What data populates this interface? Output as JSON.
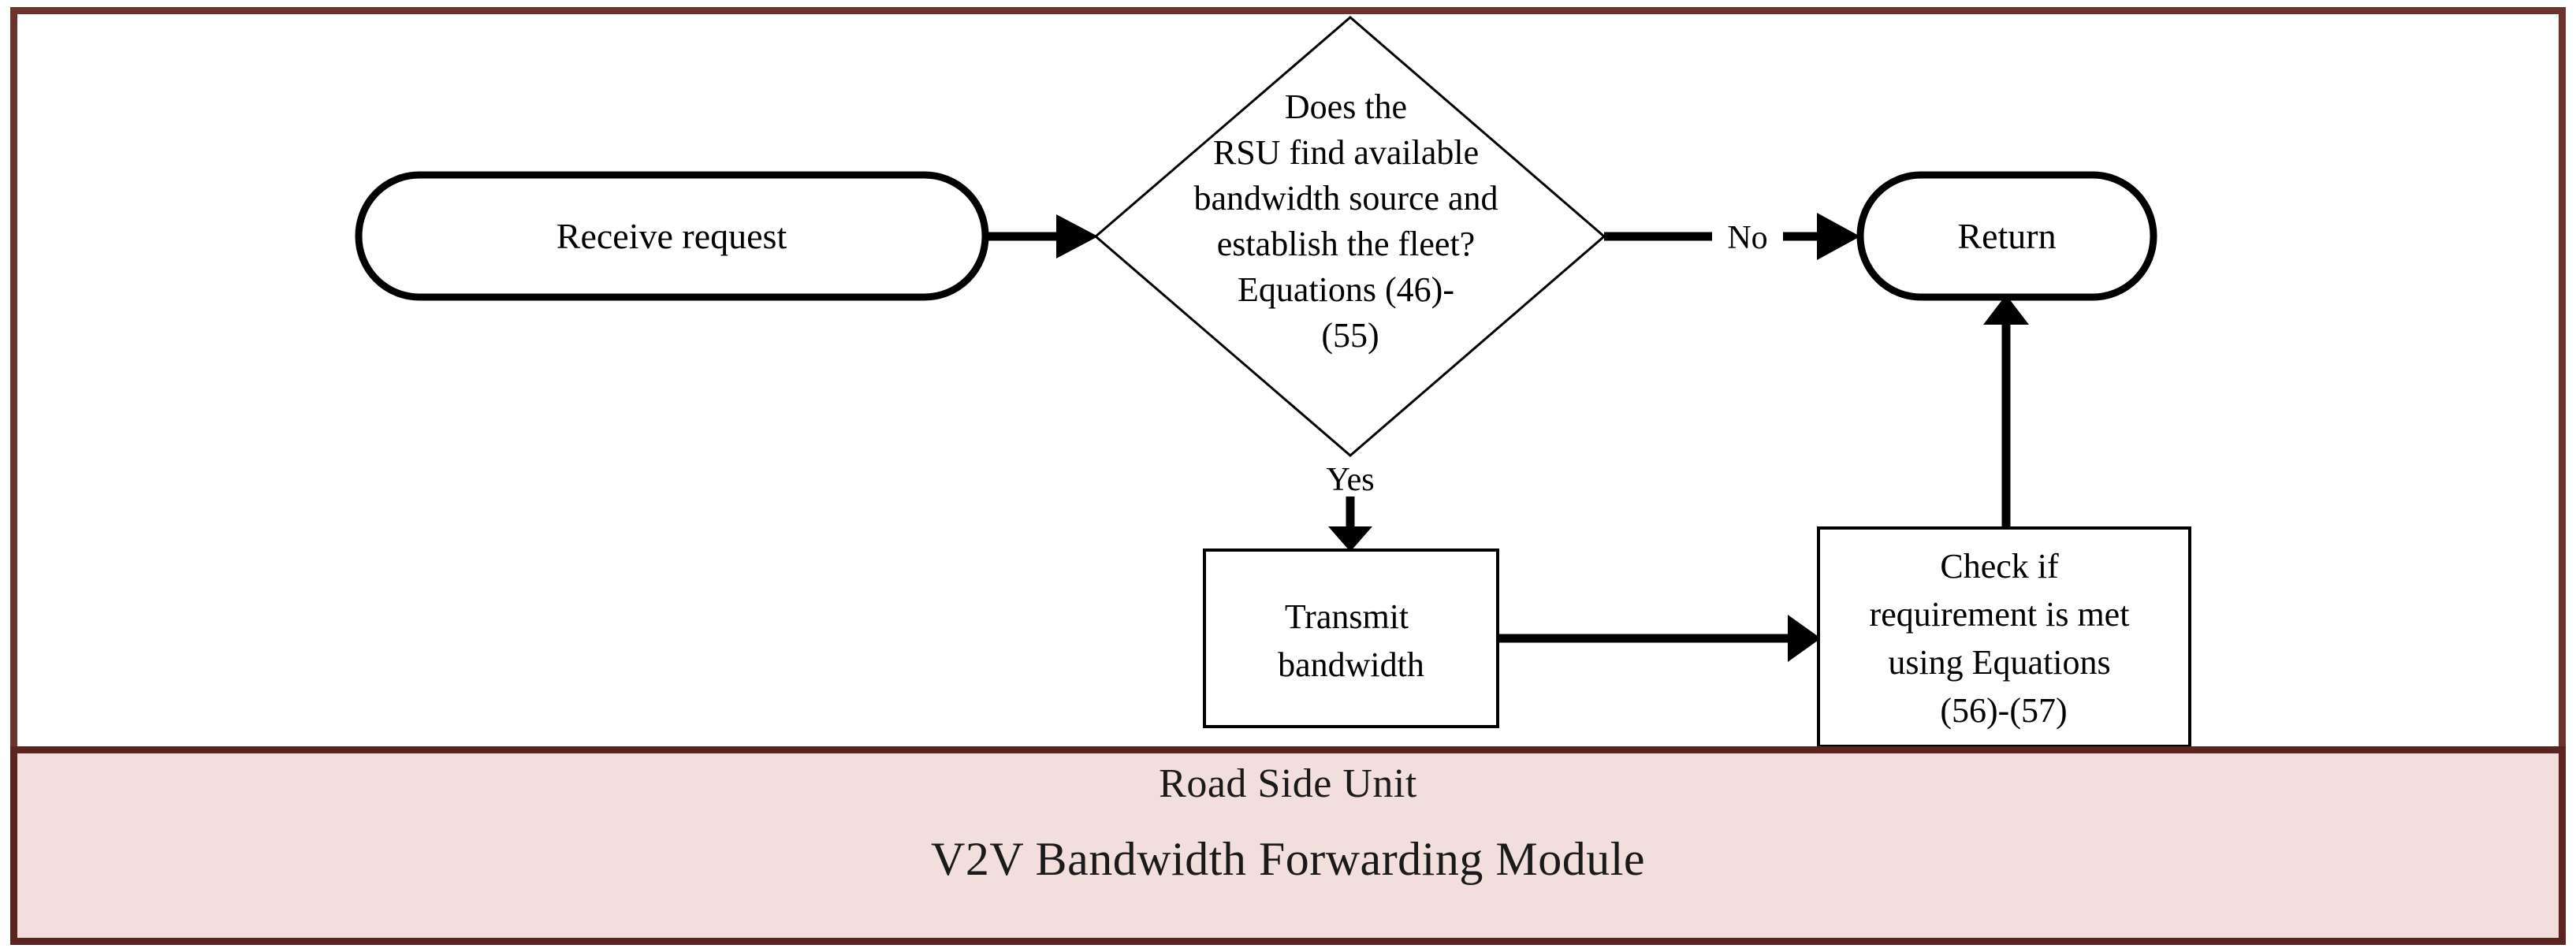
{
  "module": {
    "banner_line_1": "Road Side Unit",
    "banner_line_2": "V2V Bandwidth Forwarding Module",
    "frame_color": "#6b332c",
    "banner_border_color": "#5c2420",
    "banner_fill_color": "#f2dedc"
  },
  "flowchart": {
    "nodes": {
      "receive_request": {
        "label": "Receive  request",
        "shape": "terminal"
      },
      "decision": {
        "shape": "decision",
        "lines": [
          "Does the",
          "RSU find available",
          "bandwidth source and",
          "establish the fleet?",
          "Equations (46)-",
          "(55)"
        ]
      },
      "return": {
        "label": "Return",
        "shape": "terminal"
      },
      "transmit_bandwidth": {
        "shape": "process",
        "lines": [
          "Transmit",
          "bandwidth"
        ]
      },
      "check_requirement": {
        "shape": "process",
        "lines": [
          "Check if",
          "requirement is met",
          "using Equations",
          "(56)-(57)"
        ]
      }
    },
    "edges": {
      "receive_to_decision": {
        "label": ""
      },
      "decision_to_return": {
        "label": "No"
      },
      "decision_to_transmit": {
        "label": "Yes"
      },
      "transmit_to_check": {
        "label": ""
      },
      "check_to_return": {
        "label": ""
      }
    }
  }
}
